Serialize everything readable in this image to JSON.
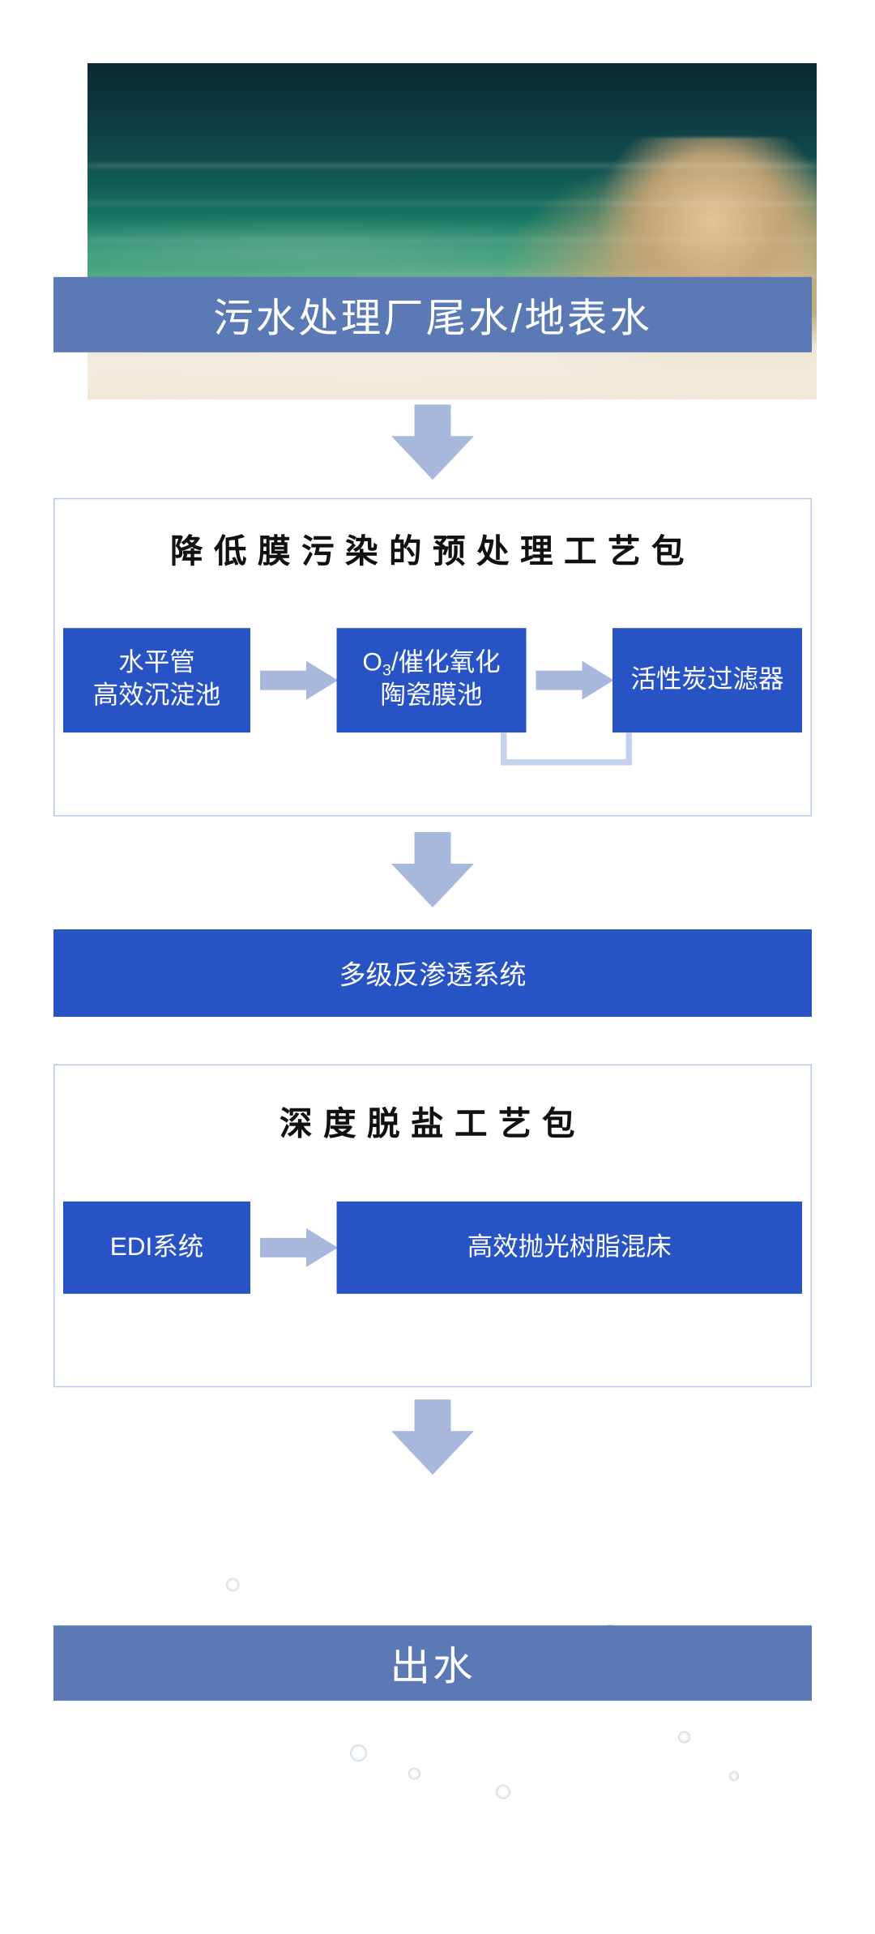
{
  "diagram": {
    "title_sequence": [
      "污水处理厂尾水/地表水",
      "降低膜污染的预处理工艺包",
      "多级反渗透系统",
      "深度脱盐工艺包",
      "出水"
    ],
    "accent_blue": "#2753c4",
    "band_blue": "#5b79b4",
    "arrow_blue": "#a7b8dc",
    "package_border": "#b8c8e4",
    "connector_blue": "#c3d2ea"
  },
  "inlet": {
    "caption": "污水处理厂尾水/地表水",
    "image_alt": "sea-water-shoreline-photo"
  },
  "pretreatment": {
    "title": "降低膜污染的预处理工艺包",
    "steps": [
      {
        "line1": "水平管",
        "line2": "高效沉淀池"
      },
      {
        "o3_prefix": "O",
        "o3_sub": "3",
        "o3_suffix": "/催化氧化",
        "line2": "陶瓷膜池"
      },
      {
        "line1": "活性炭过滤器"
      }
    ]
  },
  "ro": {
    "label": "多级反渗透系统"
  },
  "desalination": {
    "title": "深度脱盐工艺包",
    "steps": [
      {
        "label": "EDI系统"
      },
      {
        "label": "高效抛光树脂混床"
      }
    ]
  },
  "outlet": {
    "caption": "出水",
    "image_alt": "clean-water-drain-photo"
  }
}
